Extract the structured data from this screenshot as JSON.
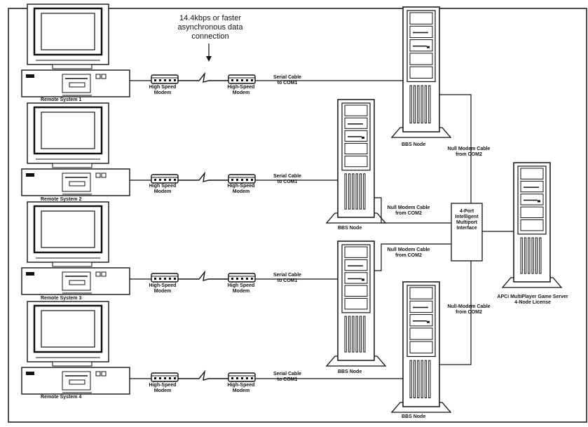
{
  "link_note": {
    "line1": "14.4kbps or faster",
    "line2": "asynchronous data",
    "line3": "connection"
  },
  "remote_systems": [
    {
      "label": "Remote System 1"
    },
    {
      "label": "Remote System 2"
    },
    {
      "label": "Remote System 3"
    },
    {
      "label": "Remote System 4"
    }
  ],
  "modem_rows": [
    {
      "left1": "High Speed",
      "left2": "Modem",
      "right1": "High-Speed",
      "right2": "Modem",
      "cable1": "Serial Cable",
      "cable2": "to COM1"
    },
    {
      "left1": "High Speed",
      "left2": "Modem",
      "right1": "High-Speed",
      "right2": "Modem",
      "cable1": "Serial Cable",
      "cable2": "to COM1"
    },
    {
      "left1": "High-Speed",
      "left2": "Modem",
      "right1": "High Speed",
      "right2": "Modem",
      "cable1": "Serial Cable",
      "cable2": "to COM1"
    },
    {
      "left1": "High-Speed",
      "left2": "Modem",
      "right1": "High-Speed",
      "right2": "Modem",
      "cable1": "Serial Cable",
      "cable2": "to COM1"
    }
  ],
  "bbs_nodes": [
    {
      "label": "BBS Node"
    },
    {
      "label": "BBS Node"
    },
    {
      "label": "BBS Node"
    },
    {
      "label": "BBS Node"
    }
  ],
  "null_modem": [
    {
      "line1": "Null Modem Cable",
      "line2": "from COM2"
    },
    {
      "line1": "Null Modem Cable",
      "line2": "from COM2"
    },
    {
      "line1": "Null Modem Cable",
      "line2": "from COM2"
    },
    {
      "line1": "Null-Modem Cable",
      "line2": "from COM2"
    }
  ],
  "multiport": {
    "line1": "4-Port",
    "line2": "Intelligent",
    "line3": "Multiport",
    "line4": "Interface"
  },
  "game_server": {
    "line1": "APCi MultiPlayer Game Server",
    "line2": "4-Node License"
  }
}
